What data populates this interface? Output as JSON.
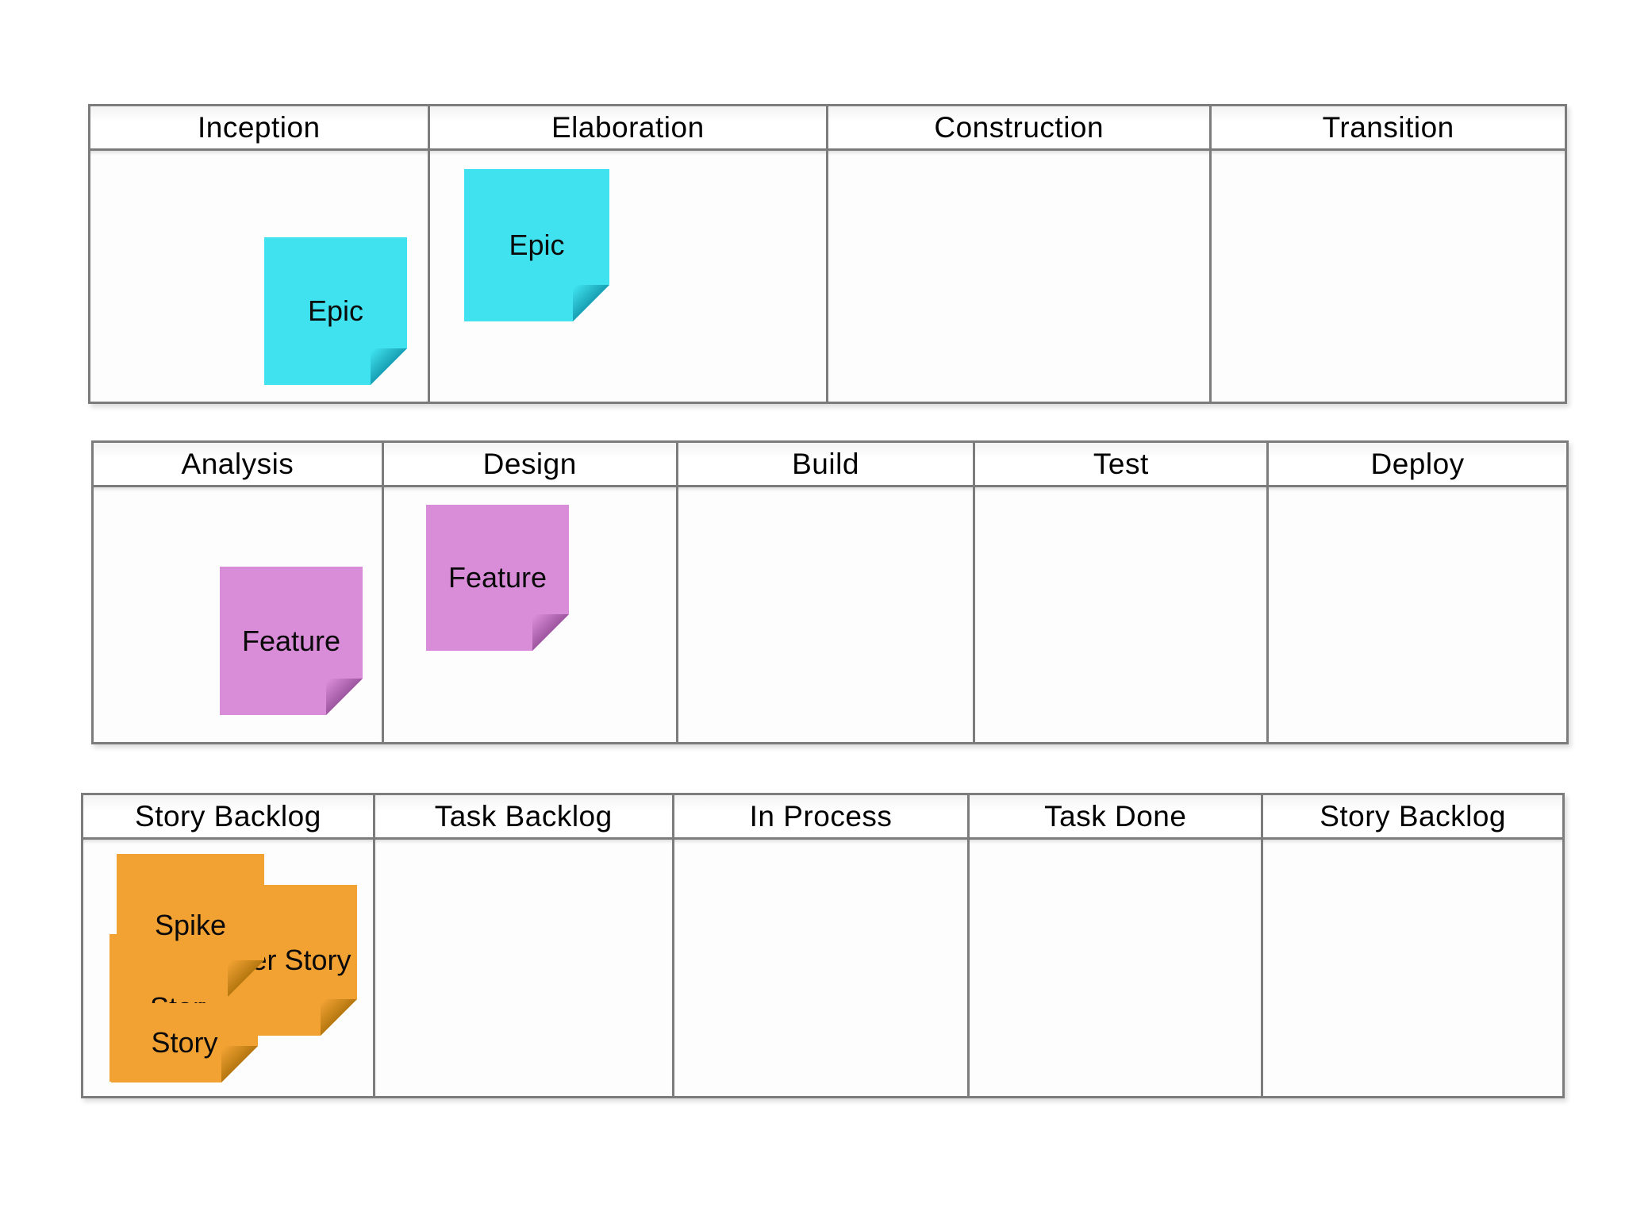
{
  "colors": {
    "cyan": "#3FE2EE",
    "cyan_fold": "#189FB4",
    "violet": "#D98CD8",
    "violet_fold": "#9E56A0",
    "orange": "#F2A233",
    "orange_fold": "#B4770F",
    "table_border": "#7C7C7C",
    "note_text": "#0A0A0A"
  },
  "boards": [
    {
      "columns": [
        "Inception",
        "Elaboration",
        "Construction",
        "Transition"
      ],
      "notes": [
        {
          "label": "Epic",
          "color": "cyan",
          "column": "Inception"
        },
        {
          "label": "Epic",
          "color": "cyan",
          "column": "Elaboration"
        }
      ]
    },
    {
      "columns": [
        "Analysis",
        "Design",
        "Build",
        "Test",
        "Deploy"
      ],
      "notes": [
        {
          "label": "Feature",
          "color": "violet",
          "column": "Analysis"
        },
        {
          "label": "Feature",
          "color": "violet",
          "column": "Design"
        }
      ]
    },
    {
      "columns": [
        "Story Backlog",
        "Task Backlog",
        "In Process",
        "Task Done",
        "Story Backlog"
      ],
      "notes": [
        {
          "label": "Story",
          "color": "orange",
          "column": "Story Backlog"
        },
        {
          "label": "User Story",
          "color": "orange",
          "column": "Story Backlog"
        },
        {
          "label": "Story",
          "color": "orange",
          "column": "Story Backlog"
        },
        {
          "label": "Spike",
          "color": "orange",
          "column": "Story Backlog"
        }
      ]
    }
  ]
}
